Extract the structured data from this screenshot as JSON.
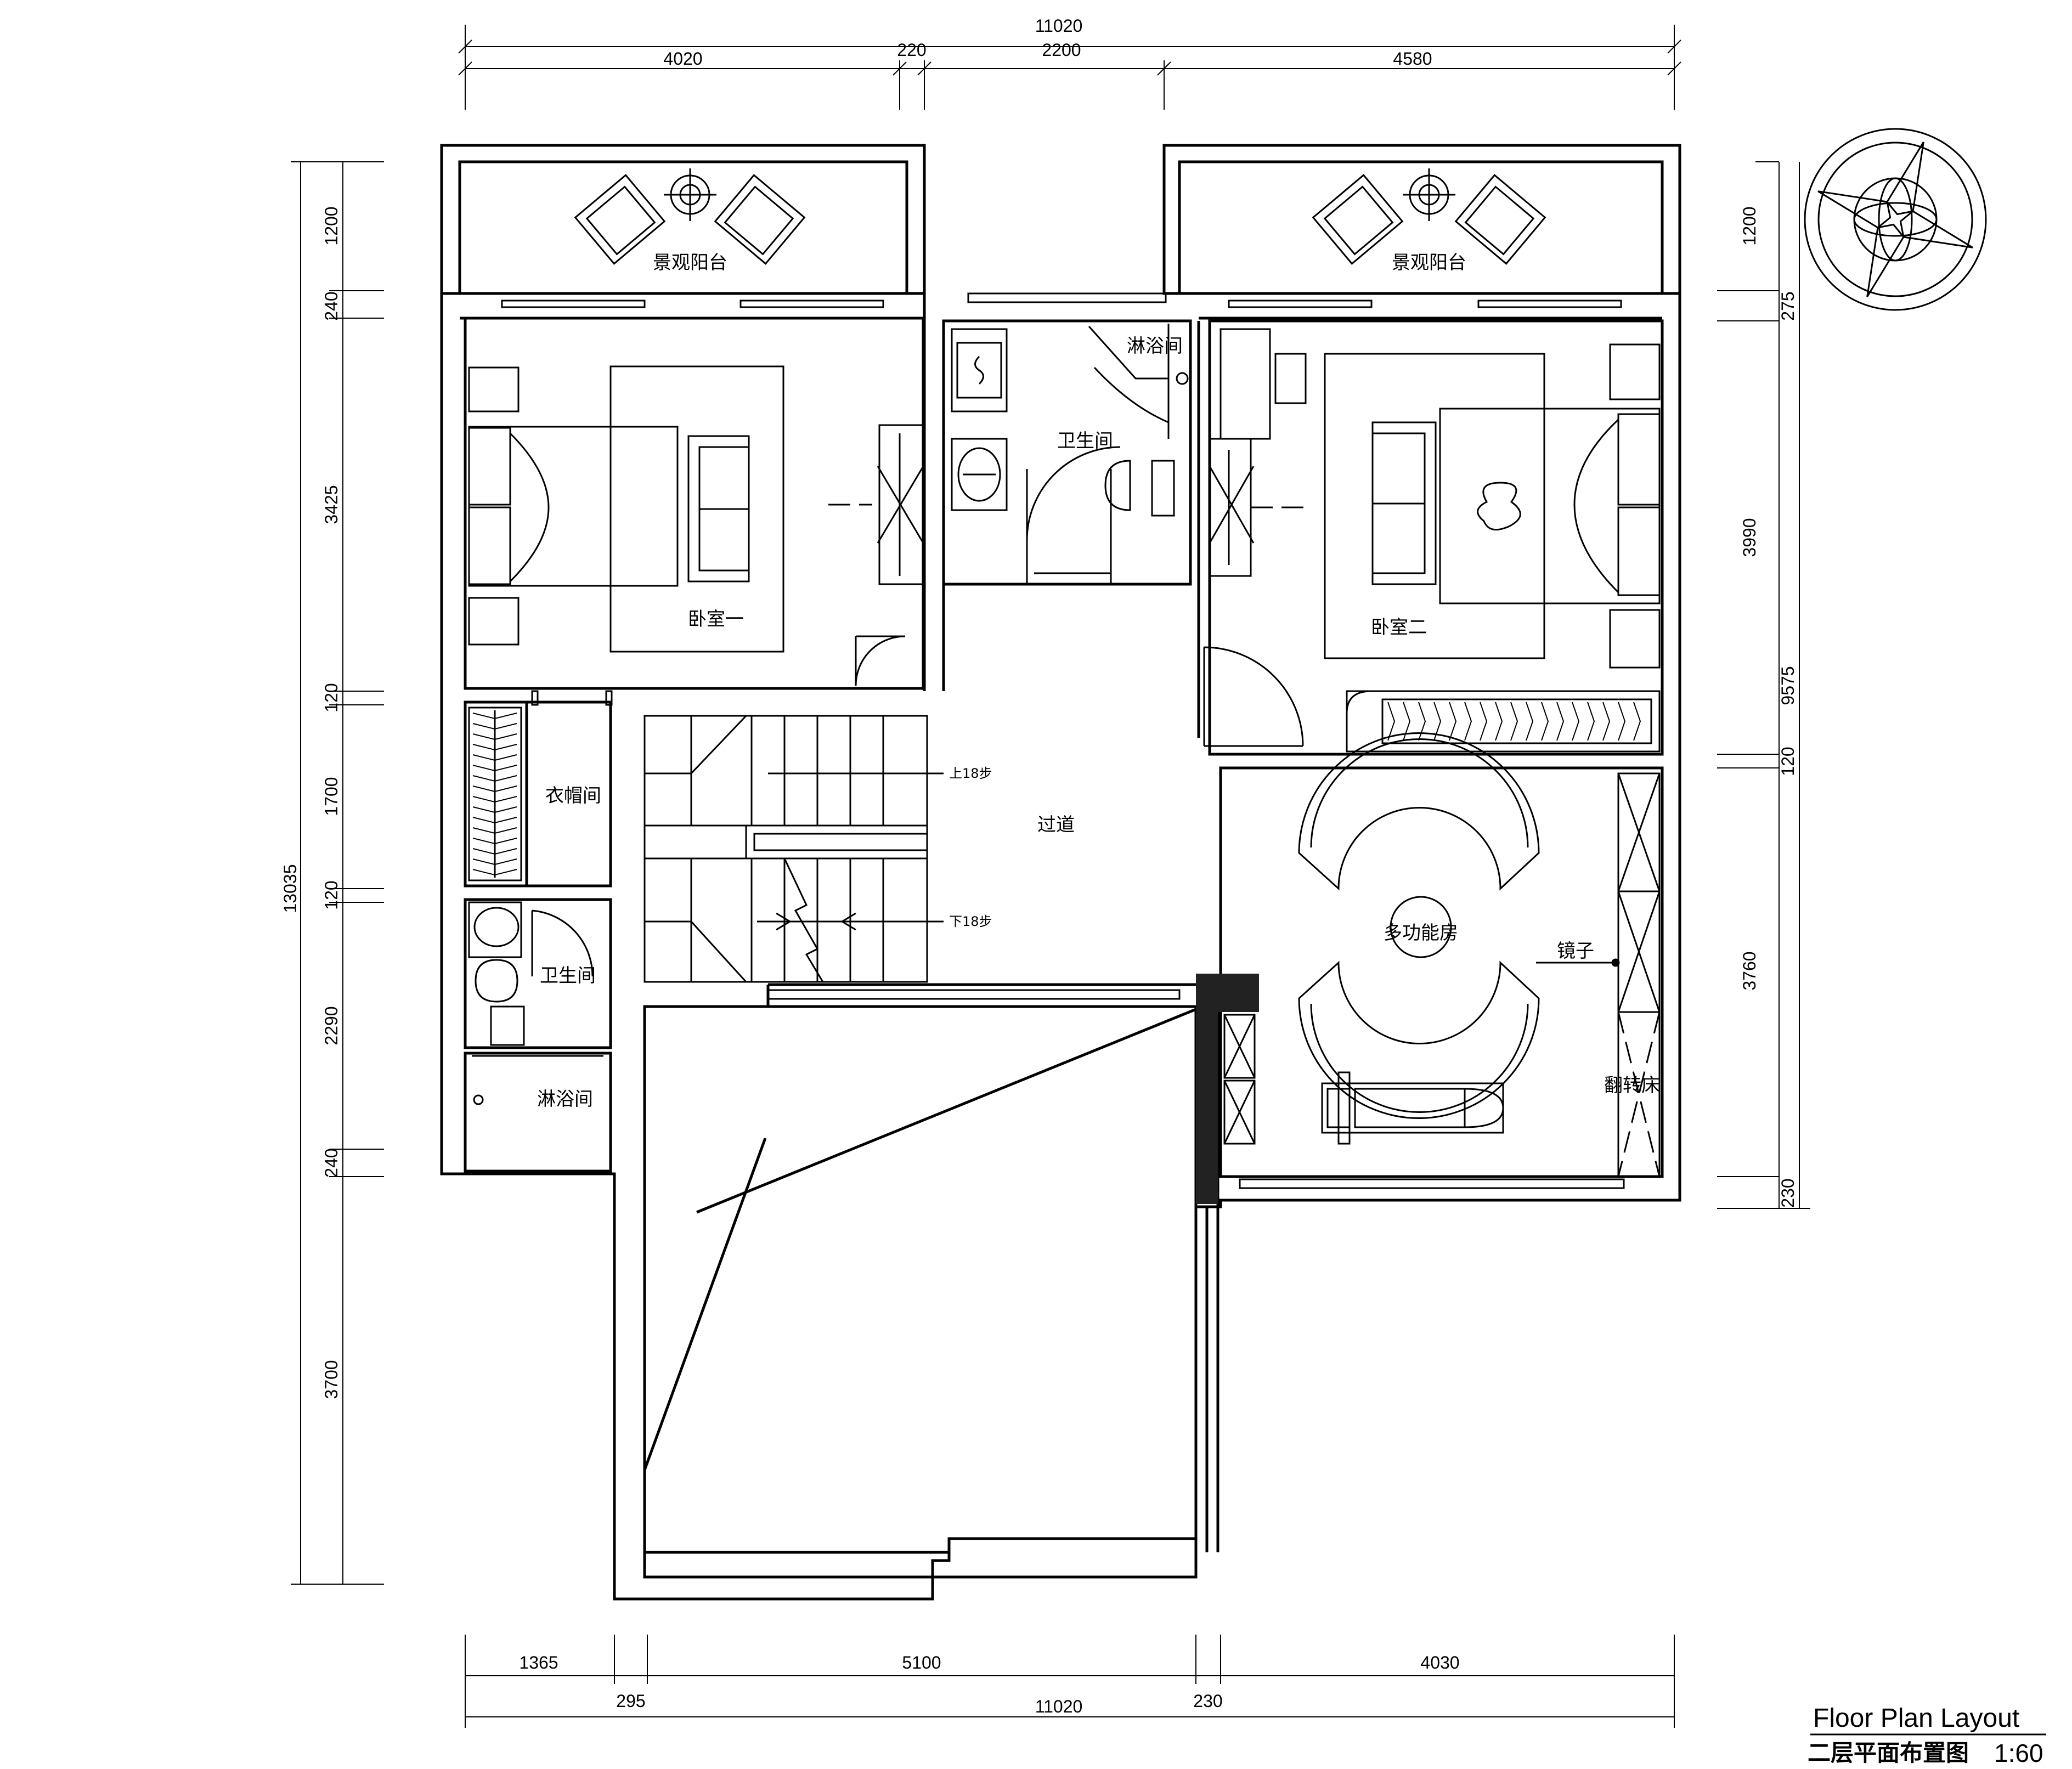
{
  "title": {
    "english": "Floor Plan Layout",
    "chinese": "二层平面布置图",
    "scale": "1:60"
  },
  "rooms": {
    "balcony_left": "景观阳台",
    "balcony_right": "景观阳台",
    "bedroom_one": "卧室一",
    "bedroom_two": "卧室二",
    "bathroom_top": "卫生间",
    "shower_top": "淋浴间",
    "cloakroom": "衣帽间",
    "bathroom_left": "卫生间",
    "shower_left": "淋浴间",
    "corridor": "过道",
    "multi_room": "多功能房",
    "mirror": "镜子",
    "flip_bed": "翻转床"
  },
  "stairs": {
    "up": "上18步",
    "down": "下18步"
  },
  "dimensions": {
    "top_total": "11020",
    "top_1": "4020",
    "top_2": "220",
    "top_3": "2200",
    "top_4": "4580",
    "left_total": "13035",
    "left_1": "1200",
    "left_2": "240",
    "left_3": "3425",
    "left_4": "120",
    "left_5": "1700",
    "left_6": "120",
    "left_7": "2290",
    "left_8": "240",
    "left_9": "3700",
    "right_total": "9575",
    "right_1": "1200",
    "right_2": "275",
    "right_3": "3990",
    "right_4": "120",
    "right_5": "3760",
    "right_6": "230",
    "bottom_total": "11020",
    "bottom_1": "1365",
    "bottom_2": "295",
    "bottom_3": "5100",
    "bottom_4": "230",
    "bottom_5": "4030"
  }
}
